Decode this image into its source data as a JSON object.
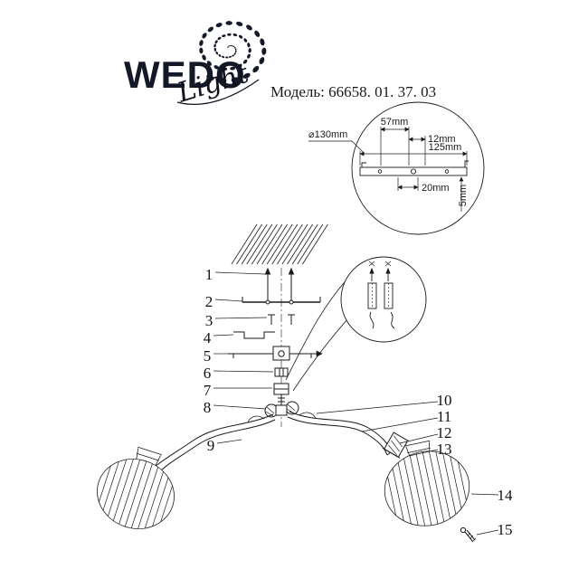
{
  "meta": {
    "background": "#ffffff",
    "line_color": "#1a1a1a",
    "brand_color": "#141927"
  },
  "logo": {
    "brand": "WEDO",
    "script": "Light"
  },
  "model": {
    "label": "Модель: 66658. 01. 37. 03"
  },
  "detail_top": {
    "dims": {
      "diameter": "⌀130mm",
      "w57": "57mm",
      "w12": "12mm",
      "w125": "125mm",
      "w20": "20mm",
      "h5": "5mm"
    }
  },
  "parts": {
    "labels": [
      "1",
      "2",
      "3",
      "4",
      "5",
      "6",
      "7",
      "8",
      "9",
      "10",
      "11",
      "12",
      "13",
      "14",
      "15"
    ]
  }
}
